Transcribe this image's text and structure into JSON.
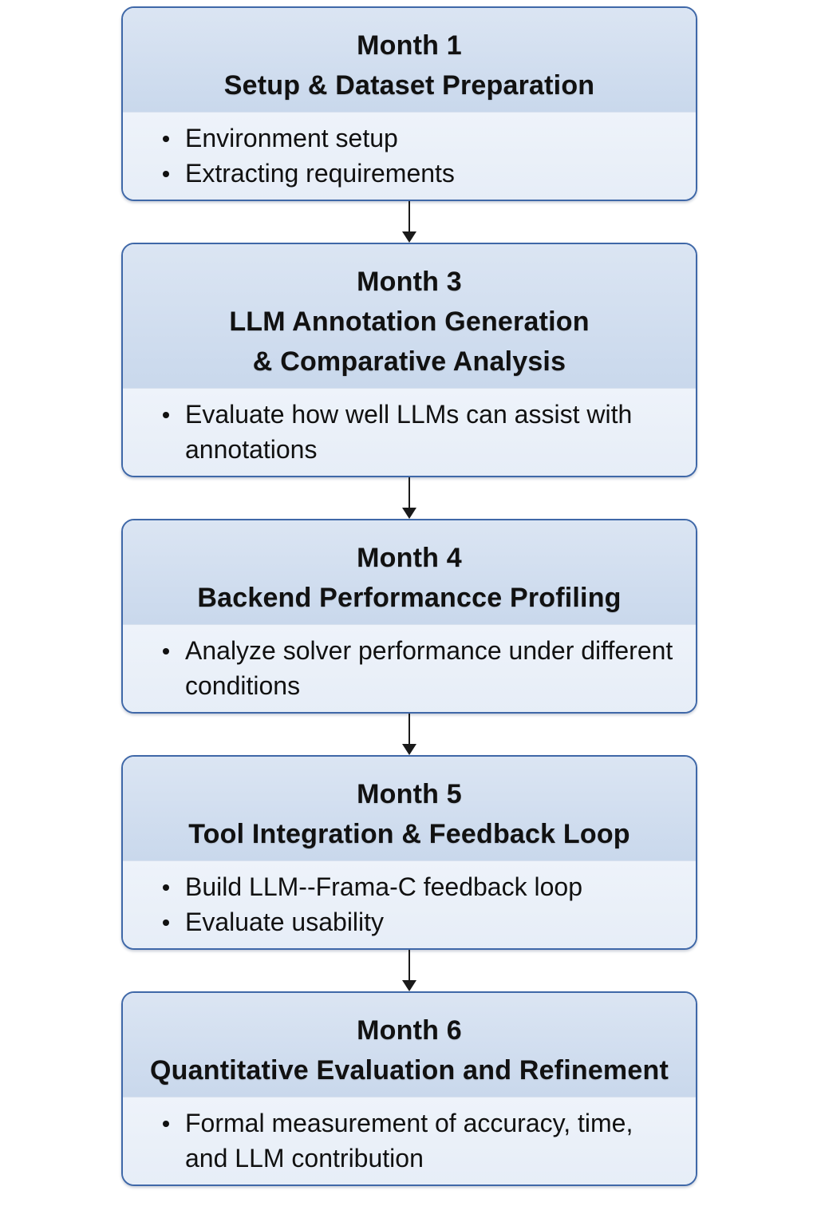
{
  "phases": [
    {
      "title_lines": [
        "Month 1",
        "Setup & Dataset Preparation"
      ],
      "bullets": [
        "Environment setup",
        "Extracting requirements"
      ]
    },
    {
      "title_lines": [
        "Month 3",
        "LLM Annotation Generation",
        "& Comparative Analysis"
      ],
      "bullets": [
        "Evaluate how well LLMs can assist with annotations"
      ]
    },
    {
      "title_lines": [
        "Month 4",
        "Backend Performancce Profiling"
      ],
      "bullets": [
        "Analyze solver performance under different conditions"
      ]
    },
    {
      "title_lines": [
        "Month 5",
        "Tool Integration & Feedback Loop"
      ],
      "bullets": [
        "Build LLM--Frama-C feedback loop",
        "Evaluate usability"
      ]
    },
    {
      "title_lines": [
        "Month 6",
        "Quantitative Evaluation and Refinement"
      ],
      "bullets": [
        "Formal measurement of accuracy, time, and LLM contribution"
      ]
    }
  ],
  "colors": {
    "border": "#3f68a8",
    "header": "#c9d8ec",
    "body": "#e9eff8",
    "text": "#111111",
    "arrow": "#1a1a1a"
  }
}
